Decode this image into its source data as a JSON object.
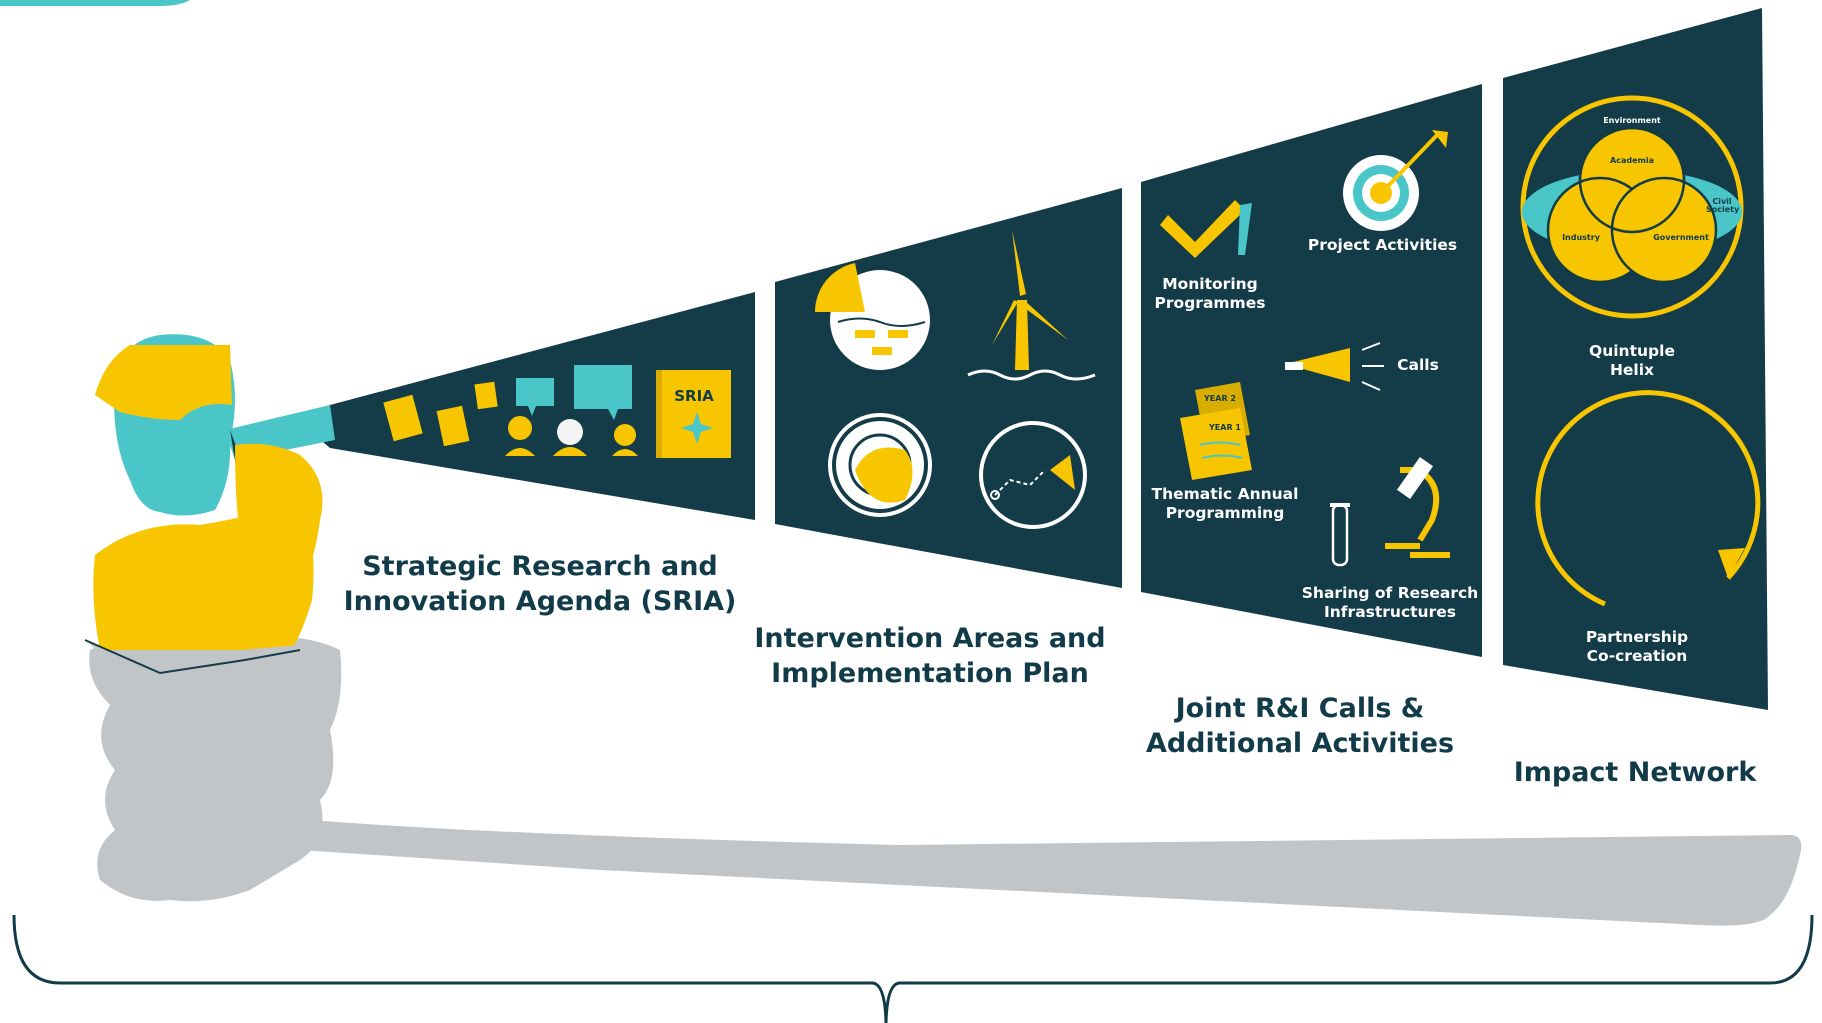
{
  "stages": [
    {
      "title_line1": "Strategic Research and",
      "title_line2": "Innovation Agenda (SRIA)",
      "book_label": "SRIA"
    },
    {
      "title_line1": "Intervention Areas and",
      "title_line2": "Implementation Plan"
    },
    {
      "title_line1": "Joint R&I Calls &",
      "title_line2": "Additional Activities",
      "items": {
        "monitoring": [
          "Monitoring",
          "Programmes"
        ],
        "project": "Project Activities",
        "calls": "Calls",
        "thematic": [
          "Thematic Annual",
          "Programming"
        ],
        "sharing": [
          "Sharing of Research",
          "Infrastructures"
        ],
        "year2": "YEAR 2",
        "year1": "YEAR 1"
      }
    },
    {
      "title": "Impact Network",
      "helix": {
        "label": [
          "Quintuple",
          "Helix"
        ],
        "environment": "Environment",
        "academia": "Academia",
        "industry": "Industry",
        "government": "Government",
        "civil_society": [
          "Civil",
          "Society"
        ]
      },
      "partnership": [
        "Partnership",
        "Co-creation"
      ]
    }
  ],
  "colors": {
    "navy": "#133b48",
    "yellow": "#f7c600",
    "teal": "#4ac6c8",
    "grey": "#c2c5c8",
    "text": "#113b48"
  }
}
